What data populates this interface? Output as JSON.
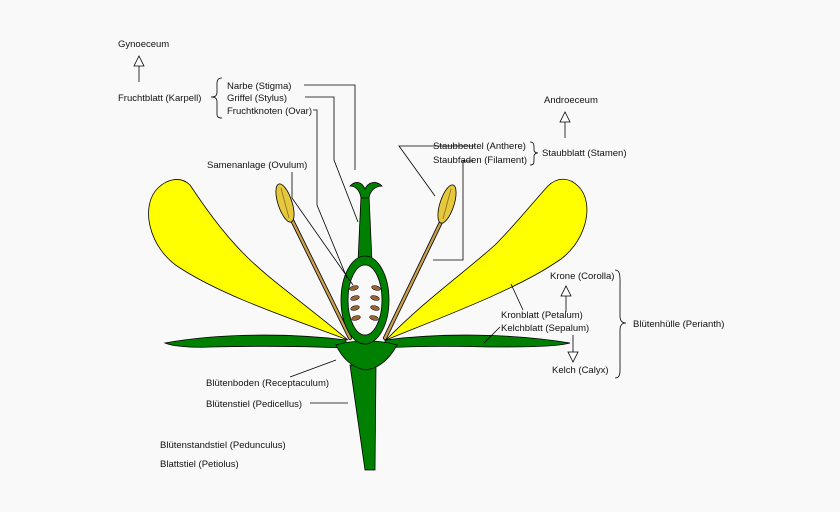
{
  "labels": {
    "gynoeceum": "Gynoeceum",
    "fruchtblatt": "Fruchtblatt (Karpell)",
    "narbe": "Narbe (Stigma)",
    "griffel": "Griffel (Stylus)",
    "fruchtknoten": "Fruchtknoten (Ovar)",
    "samenanlage": "Samenanlage (Ovulum)",
    "androeceum": "Androeceum",
    "staubbeutel": "Staubbeutel (Anthere)",
    "staubfaden": "Staubfaden (Filament)",
    "staubblatt": "Staubblatt (Stamen)",
    "krone": "Krone (Corolla)",
    "kronblatt": "Kronblatt (Petalum)",
    "kelchblatt": "Kelchblatt (Sepalum)",
    "kelch": "Kelch (Calyx)",
    "bluetenhuelle": "Blütenhülle (Perianth)",
    "bluetenboden": "Blütenboden (Receptaculum)",
    "bluetenstiel": "Blütenstiel (Pedicellus)",
    "bluetenstandstiel": "Blütenstandstiel (Pedunculus)",
    "blattstiel": "Blattstiel (Petiolus)"
  },
  "colors": {
    "background": "#f9f9f9",
    "petal": "#ffff00",
    "green": "#008000",
    "anther": "#e6c83c",
    "filament": "#c8a050",
    "ovule": "#996633"
  }
}
